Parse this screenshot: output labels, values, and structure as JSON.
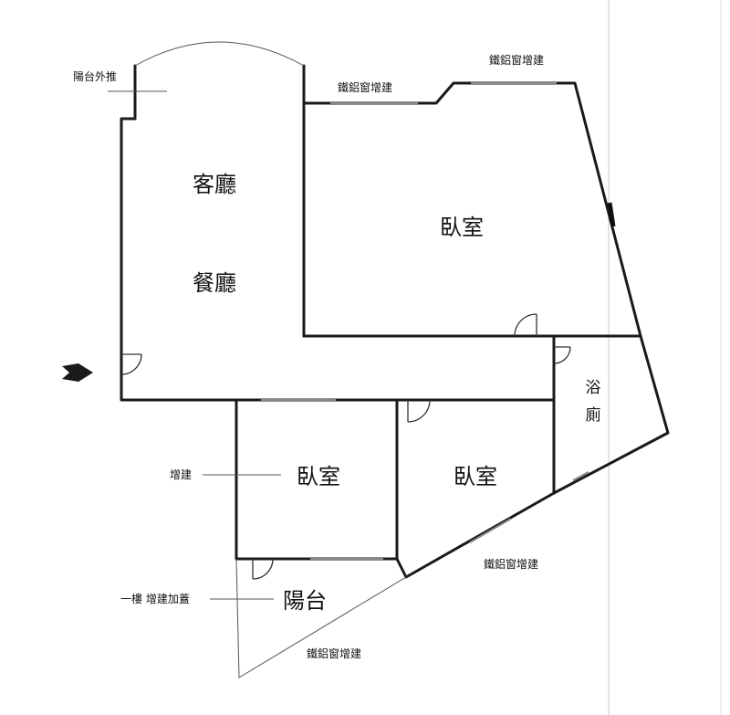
{
  "rooms": {
    "living": "客廳",
    "dining": "餐廳",
    "bedroom_main": "臥室",
    "bedroom_left": "臥室",
    "bedroom_right": "臥室",
    "bath_top": "浴",
    "bath_bottom": "廁",
    "balcony": "陽台"
  },
  "notes": {
    "balcony_outer_extension": "陽台外推",
    "window_addition_1": "鐵鋁窗增建",
    "window_addition_2": "鐵鋁窗增建",
    "window_addition_3": "鐵鋁窗增建",
    "window_addition_4": "鐵鋁窗增建",
    "addition": "增建",
    "first_floor_addition": "一樓 增建加蓋"
  }
}
